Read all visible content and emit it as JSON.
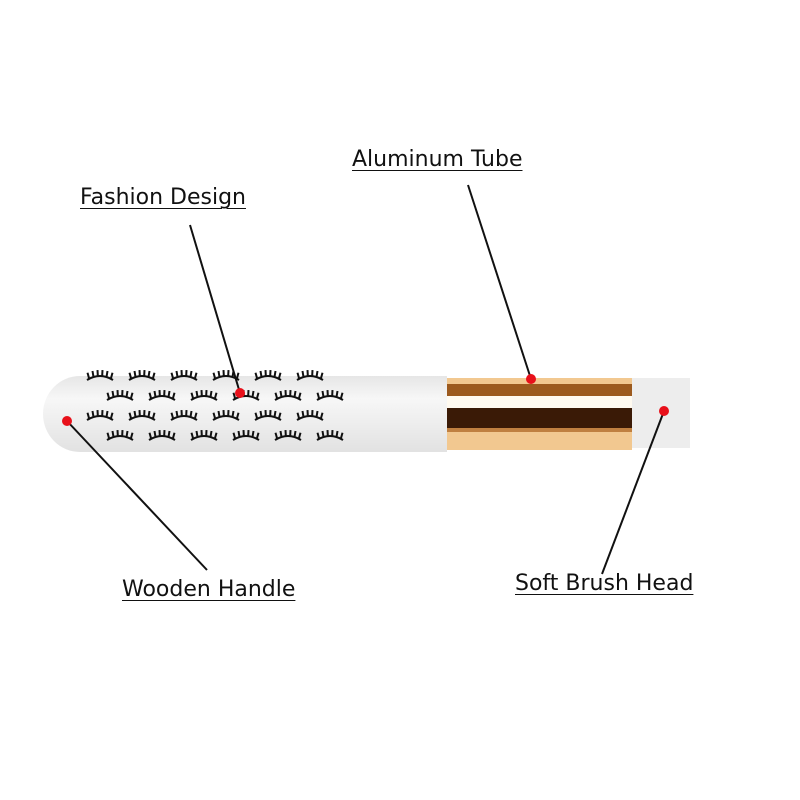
{
  "labels": {
    "fashion_design": "Fashion Design",
    "aluminum_tube": "Aluminum Tube",
    "wooden_handle": "Wooden Handle",
    "soft_brush_head": "Soft Brush Head"
  },
  "colors": {
    "marker": "#e8101a",
    "handle": "#f2f2f2",
    "tube_gold": "#f2c890",
    "tube_dark": "#3a1a06",
    "tube_bronze": "#9c5a1e",
    "brush_head": "#eeeeee"
  }
}
